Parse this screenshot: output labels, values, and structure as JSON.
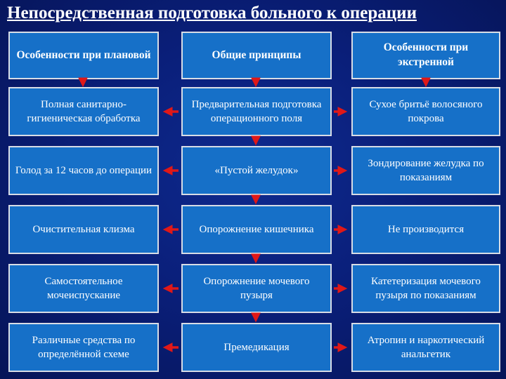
{
  "title": "Непосредственная подготовка больного к операции",
  "columns": {
    "planned": "Особенности при плановой",
    "general": "Общие принципы",
    "emergency": "Особенности при экстренной"
  },
  "rows": [
    {
      "planned": "Полная санитарно-гигиеническая обработка",
      "general": "Предварительная подготовка операционного поля",
      "emergency": "Сухое бритьё волосяного покрова"
    },
    {
      "planned": "Голод за 12 часов до операции",
      "general": "«Пустой желудок»",
      "emergency": "Зондирование желудка по показаниям"
    },
    {
      "planned": "Очистительная клизма",
      "general": "Опорожнение кишечника",
      "emergency": "Не производится"
    },
    {
      "planned": "Самостоятельное мочеиспускание",
      "general": "Опорожнение мочевого пузыря",
      "emergency": "Катетеризация мочевого пузыря по показаниям"
    },
    {
      "planned": "Различные средства по определённой схеме",
      "general": "Премедикация",
      "emergency": "Атропин и наркотический анальгетик"
    }
  ],
  "colors": {
    "box": "#1670c8",
    "border": "#d8dde6",
    "arrow": "#e01818",
    "background": "#0a1f7a"
  }
}
